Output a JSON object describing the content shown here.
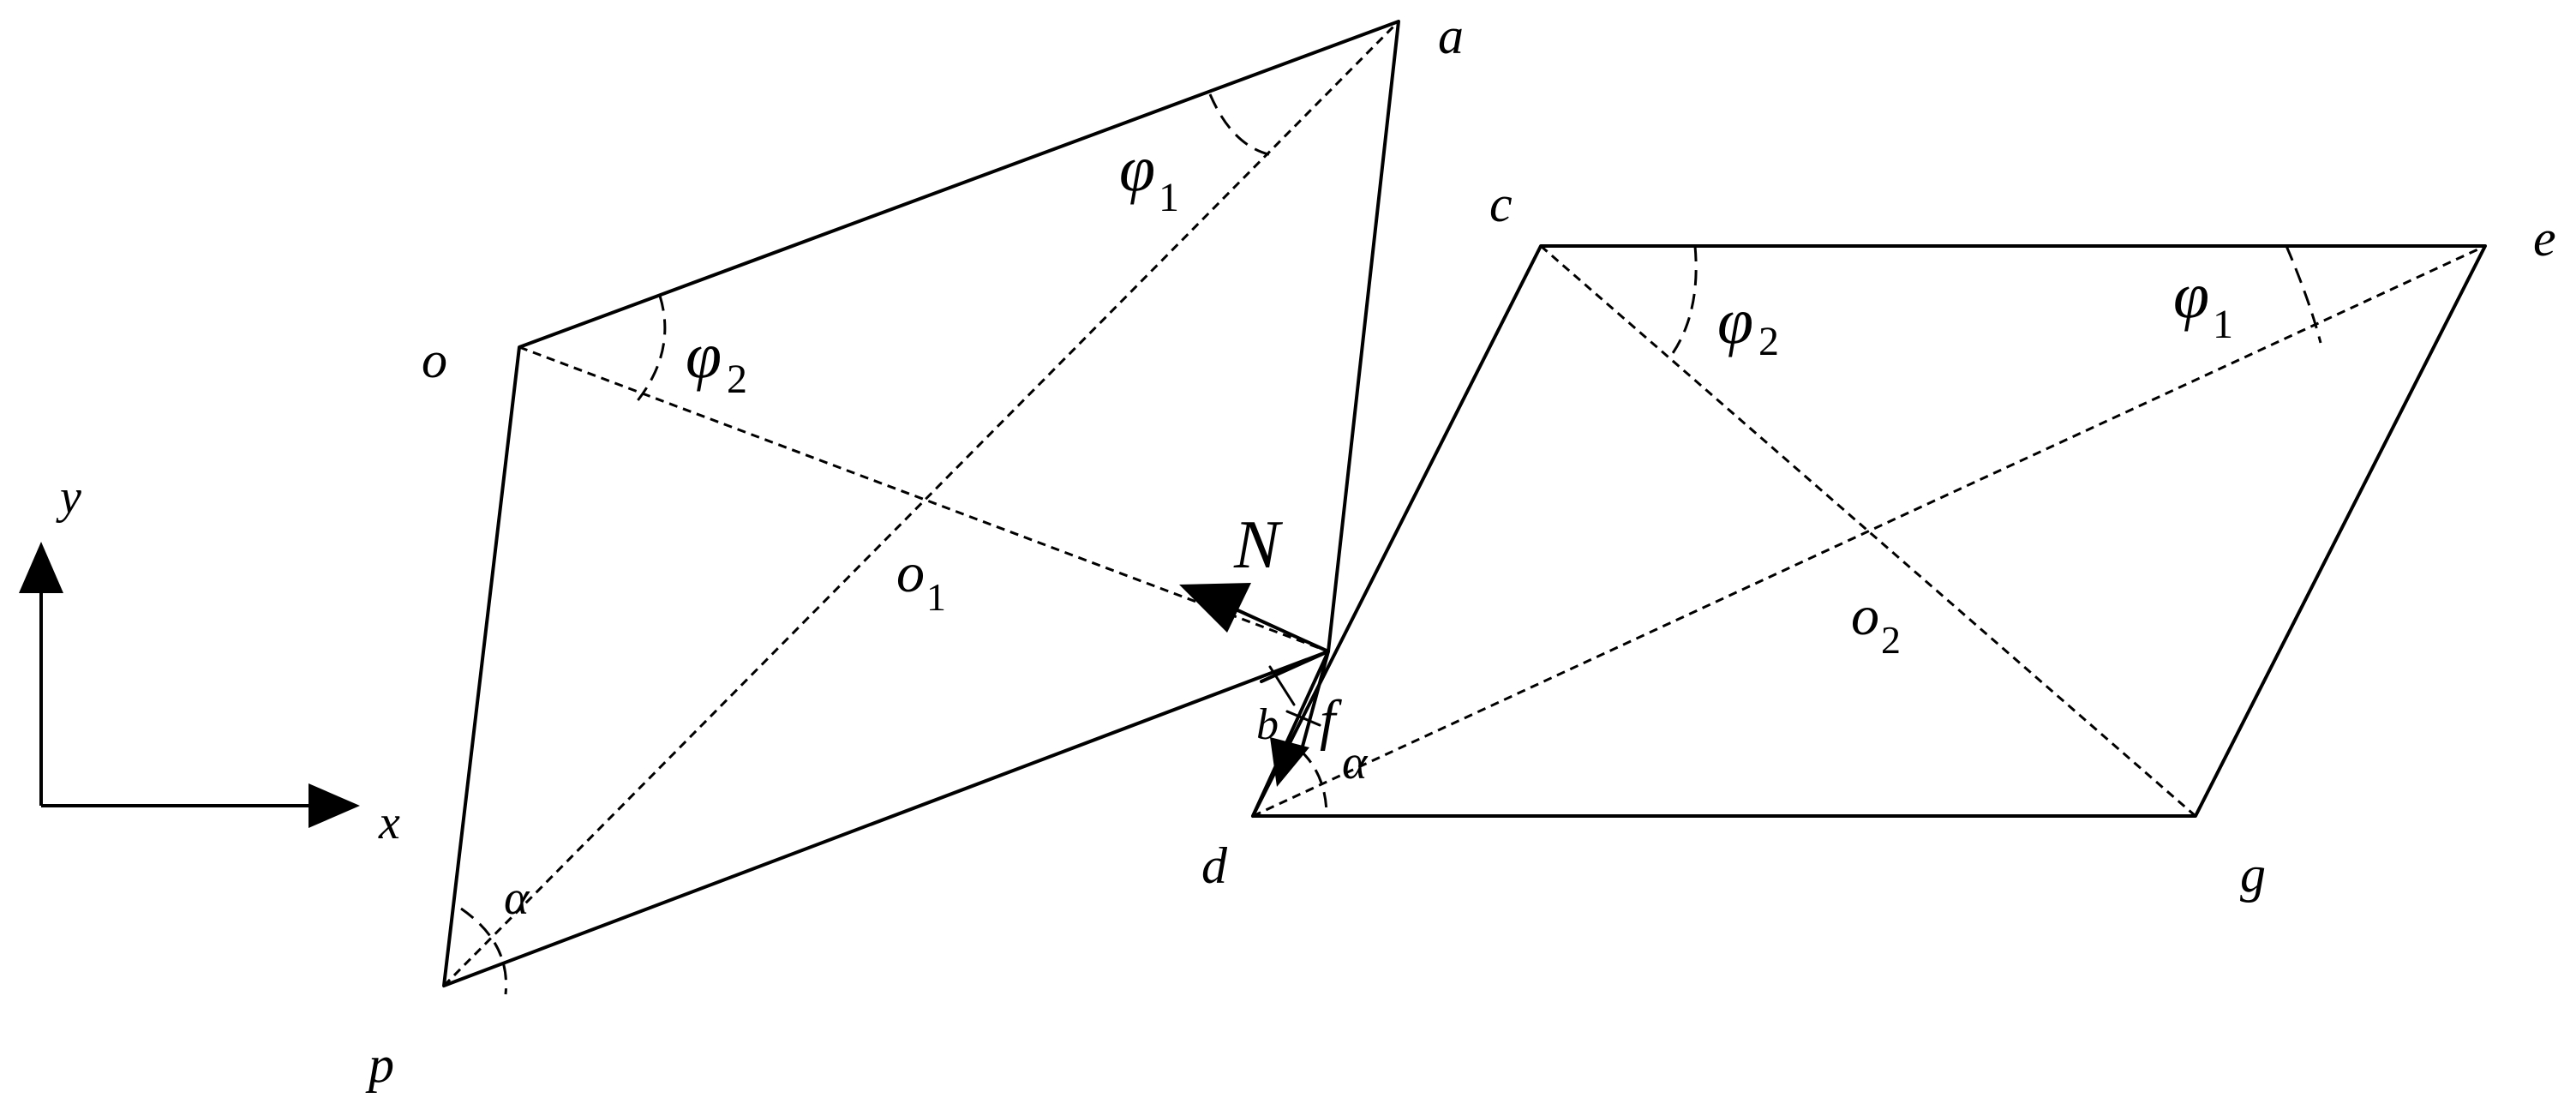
{
  "axes": {
    "x": "x",
    "y": "y"
  },
  "vertices": {
    "a": "a",
    "o": "o",
    "p": "p",
    "b": "b",
    "c": "c",
    "e": "e",
    "d": "d",
    "g": "g",
    "f": "f"
  },
  "centers": {
    "o1": {
      "base": "o",
      "sub": "1"
    },
    "o2": {
      "base": "o",
      "sub": "2"
    }
  },
  "force": "N",
  "angles": {
    "phi1_left": {
      "base": "φ",
      "sub": "1"
    },
    "phi2_left": {
      "base": "φ",
      "sub": "2"
    },
    "phi2_right": {
      "base": "φ",
      "sub": "2"
    },
    "phi1_right": {
      "base": "φ",
      "sub": "1"
    },
    "alpha_left": "α",
    "alpha_right": "α"
  }
}
